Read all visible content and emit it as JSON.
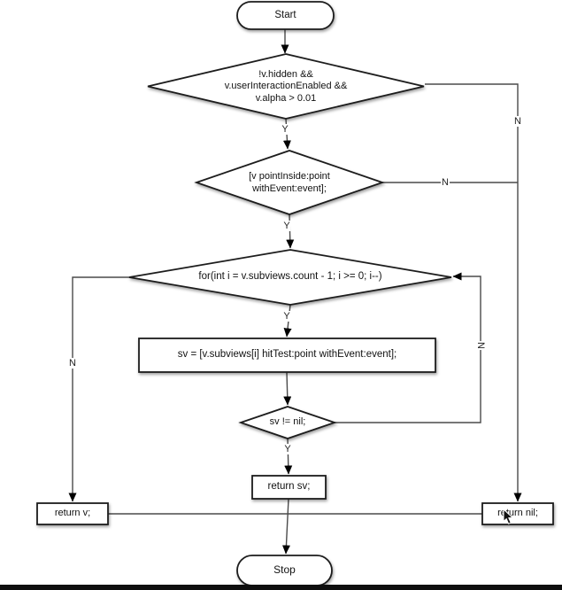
{
  "nodes": {
    "start": {
      "label": "Start"
    },
    "visibility_check": {
      "lines": [
        "!v.hidden &&",
        "v.userInteractionEnabled &&",
        "v.alpha > 0.01"
      ]
    },
    "point_inside_check": {
      "lines": [
        "[v pointInside:point",
        "withEvent:event];"
      ]
    },
    "subview_loop": {
      "label": "for(int i = v.subviews.count - 1; i >= 0; i--)"
    },
    "hit_test_call": {
      "label": "sv = [v.subviews[i] hitTest:point withEvent:event];"
    },
    "sv_nil_check": {
      "label": "sv != nil;"
    },
    "return_sv": {
      "label": "return sv;"
    },
    "return_v": {
      "label": "return v;"
    },
    "return_nil": {
      "label": "return nil;"
    },
    "stop": {
      "label": "Stop"
    }
  },
  "edge_labels": {
    "yes_visibility": "Y",
    "yes_point_inside": "Y",
    "yes_loop": "Y",
    "yes_sv_not_nil": "Y",
    "no_visibility": "N",
    "no_point_inside": "N",
    "no_loop": "N",
    "no_sv_nil": "N"
  },
  "colors": {
    "line": "#4a4a4a",
    "shape_stroke": "#1c1c1c",
    "shape_fill": "#ffffff",
    "bottom_bar": "#0e0e0e"
  }
}
